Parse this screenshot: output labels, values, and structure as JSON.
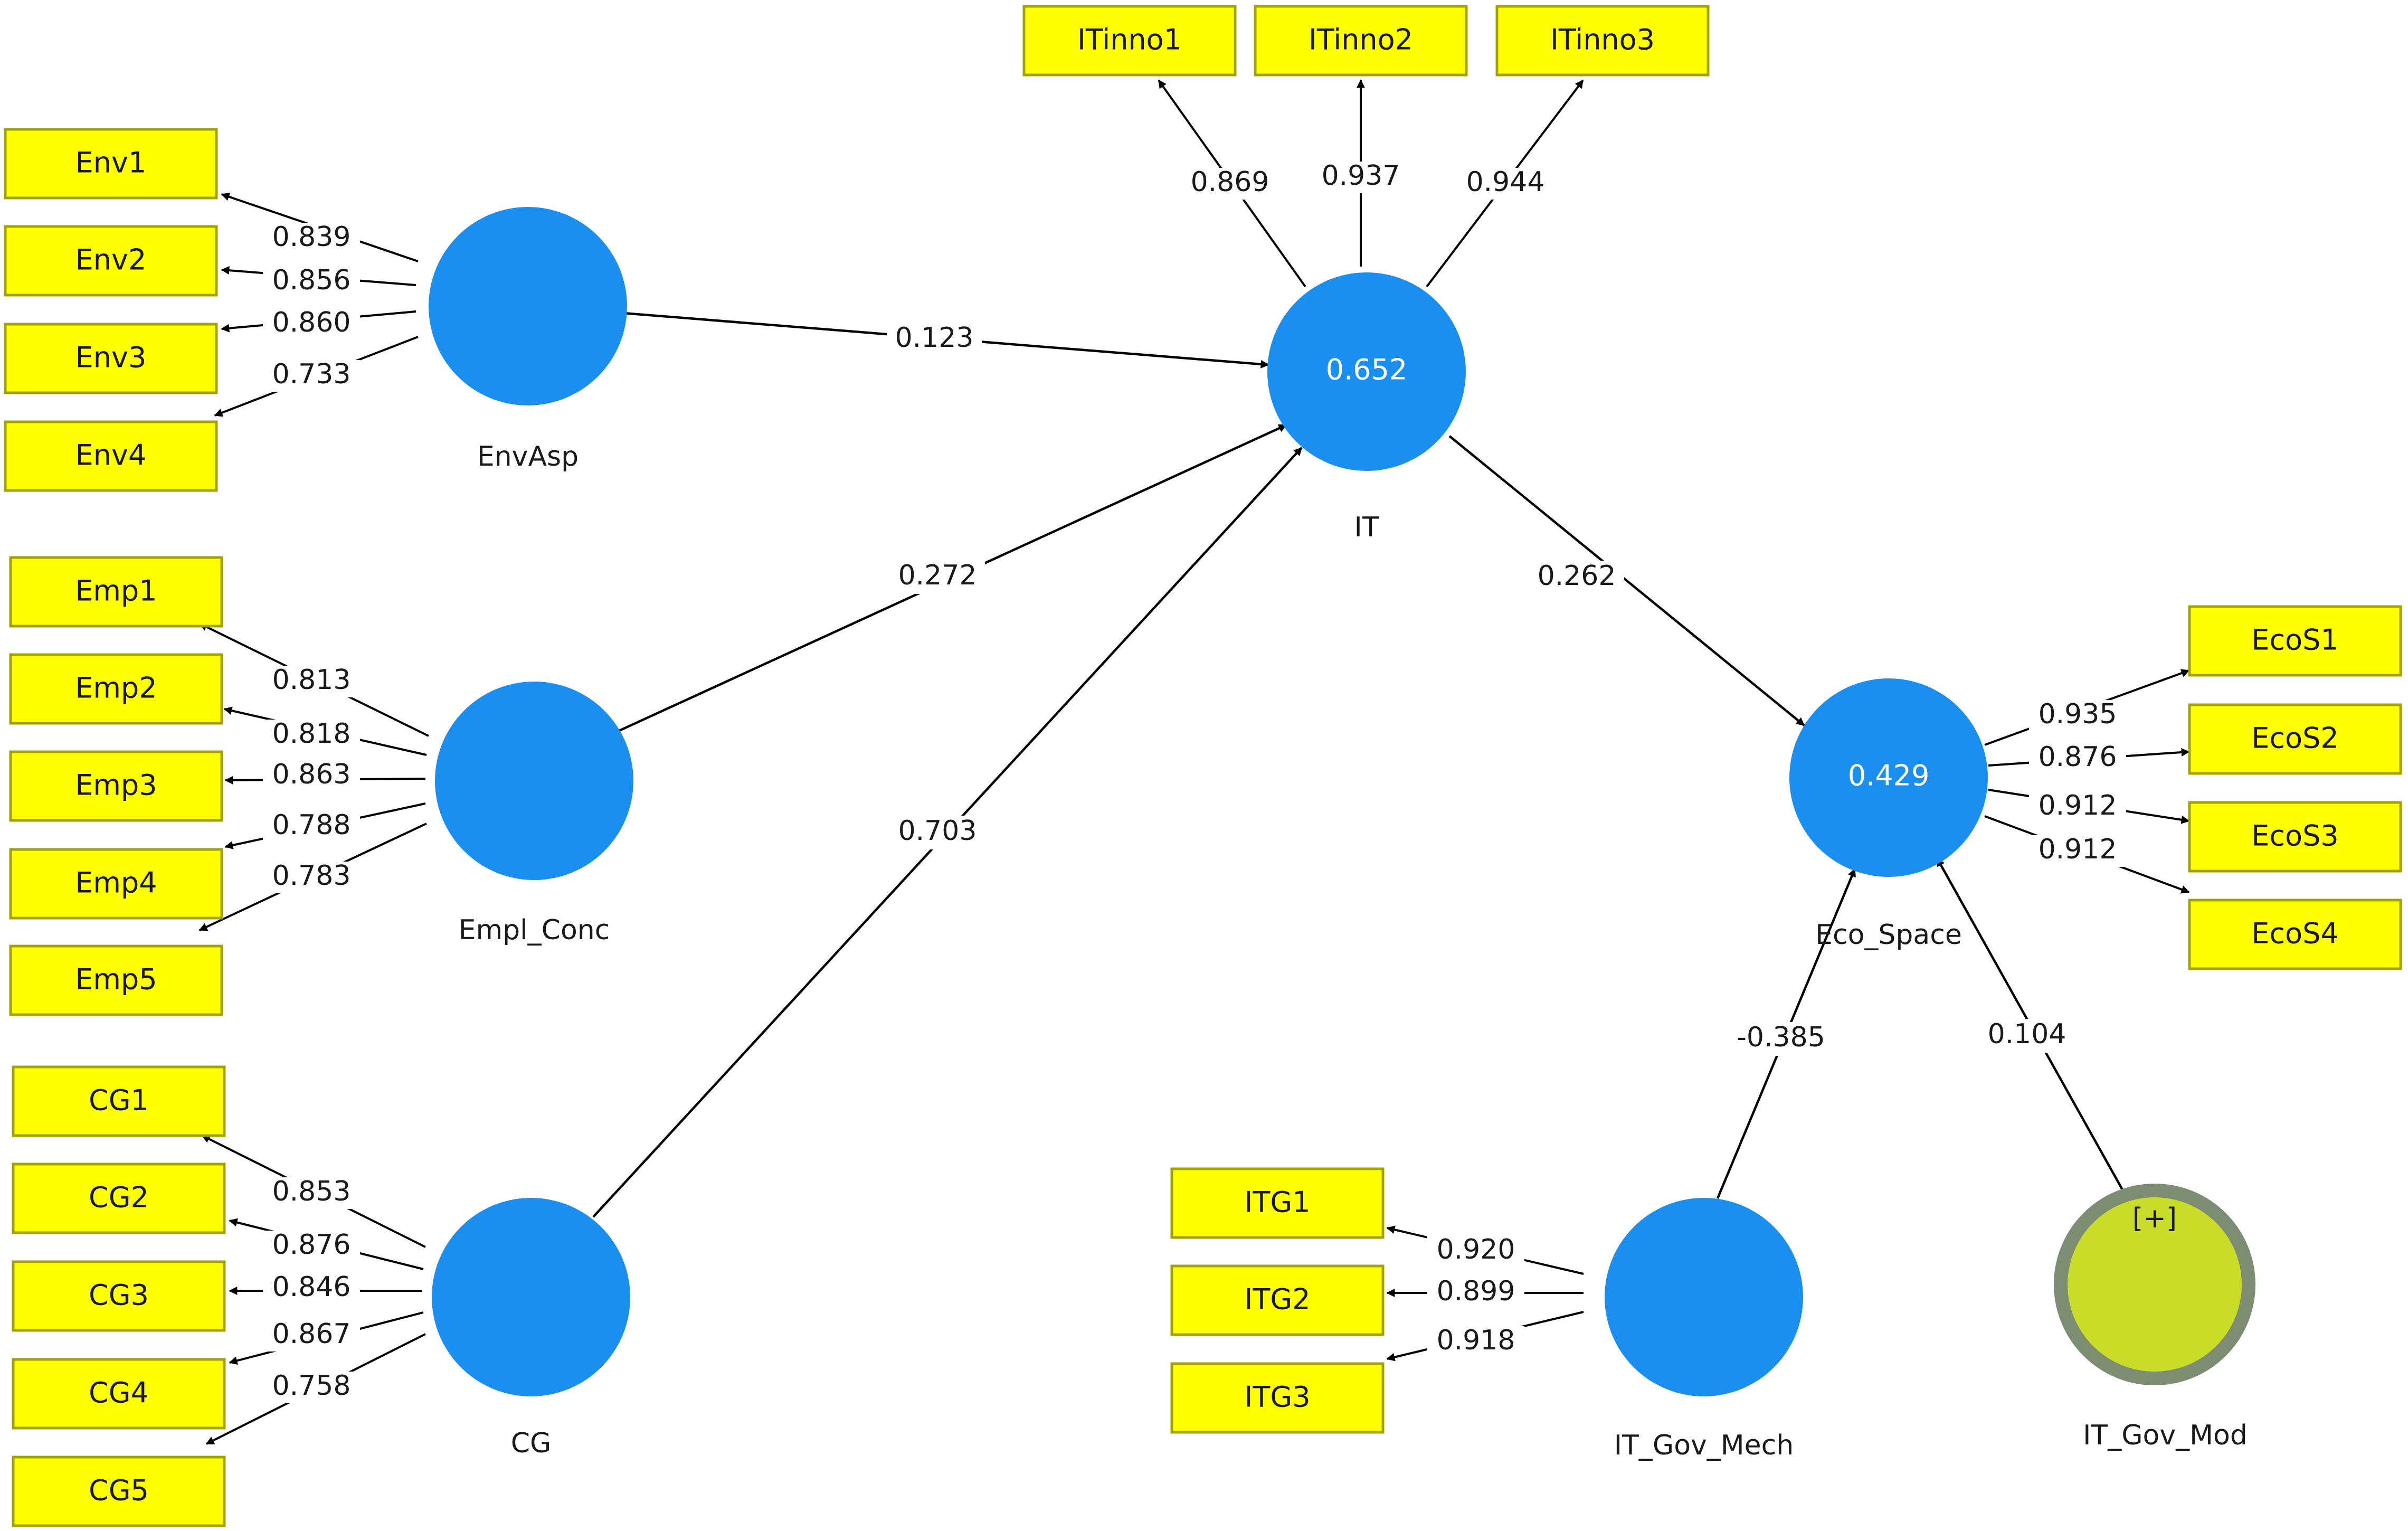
{
  "colors": {
    "indicator_fill": "#ffff00",
    "indicator_border": "#a3a300",
    "construct_fill": "#1b8ff0",
    "moderator_fill": "#c8dc28",
    "moderator_ring": "#7d8d72",
    "line": "#000000",
    "background": "#ffffff"
  },
  "constructs": [
    {
      "id": "EnvAsp",
      "label": "EnvAsp",
      "value": "",
      "kind": "latent"
    },
    {
      "id": "Empl_Conc",
      "label": "Empl_Conc",
      "value": "",
      "kind": "latent"
    },
    {
      "id": "CG",
      "label": "CG",
      "value": "",
      "kind": "latent"
    },
    {
      "id": "IT",
      "label": "IT",
      "value": "0.652",
      "kind": "latent"
    },
    {
      "id": "Eco_Space",
      "label": "Eco_Space",
      "value": "0.429",
      "kind": "latent"
    },
    {
      "id": "IT_Gov_Mech",
      "label": "IT_Gov_Mech",
      "value": "",
      "kind": "latent"
    },
    {
      "id": "IT_Gov_Mod",
      "label": "IT_Gov_Mod",
      "value": "[+]",
      "kind": "moderator"
    }
  ],
  "indicators": [
    {
      "id": "Env1",
      "construct": "EnvAsp",
      "loading": "0.839"
    },
    {
      "id": "Env2",
      "construct": "EnvAsp",
      "loading": "0.856"
    },
    {
      "id": "Env3",
      "construct": "EnvAsp",
      "loading": "0.860"
    },
    {
      "id": "Env4",
      "construct": "EnvAsp",
      "loading": "0.733"
    },
    {
      "id": "Emp1",
      "construct": "Empl_Conc",
      "loading": "0.813"
    },
    {
      "id": "Emp2",
      "construct": "Empl_Conc",
      "loading": "0.818"
    },
    {
      "id": "Emp3",
      "construct": "Empl_Conc",
      "loading": "0.863"
    },
    {
      "id": "Emp4",
      "construct": "Empl_Conc",
      "loading": "0.788"
    },
    {
      "id": "Emp5",
      "construct": "Empl_Conc",
      "loading": "0.783"
    },
    {
      "id": "CG1",
      "construct": "CG",
      "loading": "0.853"
    },
    {
      "id": "CG2",
      "construct": "CG",
      "loading": "0.876"
    },
    {
      "id": "CG3",
      "construct": "CG",
      "loading": "0.846"
    },
    {
      "id": "CG4",
      "construct": "CG",
      "loading": "0.867"
    },
    {
      "id": "CG5",
      "construct": "CG",
      "loading": "0.758"
    },
    {
      "id": "ITinno1",
      "construct": "IT",
      "loading": "0.869"
    },
    {
      "id": "ITinno2",
      "construct": "IT",
      "loading": "0.937"
    },
    {
      "id": "ITinno3",
      "construct": "IT",
      "loading": "0.944"
    },
    {
      "id": "EcoS1",
      "construct": "Eco_Space",
      "loading": "0.935"
    },
    {
      "id": "EcoS2",
      "construct": "Eco_Space",
      "loading": "0.876"
    },
    {
      "id": "EcoS3",
      "construct": "Eco_Space",
      "loading": "0.912"
    },
    {
      "id": "EcoS4",
      "construct": "Eco_Space",
      "loading": "0.912"
    },
    {
      "id": "ITG1",
      "construct": "IT_Gov_Mech",
      "loading": "0.920"
    },
    {
      "id": "ITG2",
      "construct": "IT_Gov_Mech",
      "loading": "0.899"
    },
    {
      "id": "ITG3",
      "construct": "IT_Gov_Mech",
      "loading": "0.918"
    }
  ],
  "paths": [
    {
      "from": "EnvAsp",
      "to": "IT",
      "coef": "0.123"
    },
    {
      "from": "Empl_Conc",
      "to": "IT",
      "coef": "0.272"
    },
    {
      "from": "CG",
      "to": "IT",
      "coef": "0.703"
    },
    {
      "from": "IT",
      "to": "Eco_Space",
      "coef": "0.262"
    },
    {
      "from": "IT_Gov_Mech",
      "to": "Eco_Space",
      "coef": "-0.385"
    },
    {
      "from": "IT_Gov_Mod",
      "to": "Eco_Space",
      "coef": "0.104"
    }
  ]
}
